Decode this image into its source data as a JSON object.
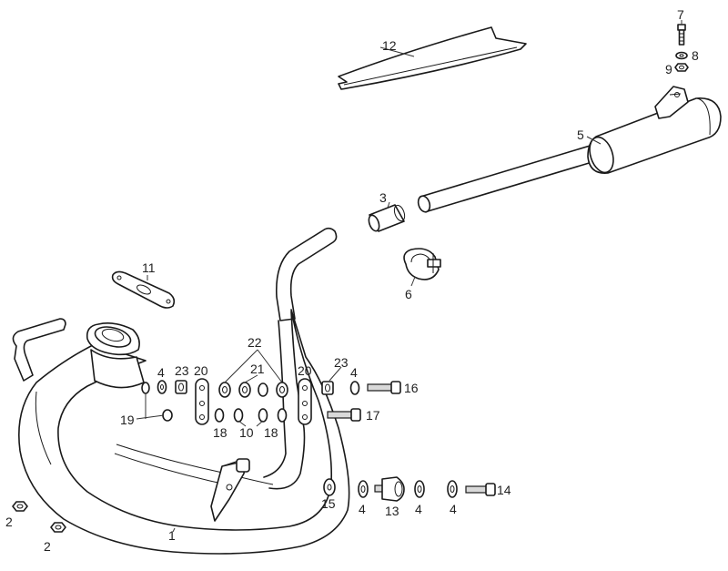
{
  "diagram": {
    "callouts": [
      {
        "id": "c1",
        "text": "1"
      },
      {
        "id": "c2a",
        "text": "2"
      },
      {
        "id": "c2b",
        "text": "2"
      },
      {
        "id": "c3",
        "text": "3"
      },
      {
        "id": "c4a",
        "text": "4"
      },
      {
        "id": "c4b",
        "text": "4"
      },
      {
        "id": "c4c",
        "text": "4"
      },
      {
        "id": "c4d",
        "text": "4"
      },
      {
        "id": "c4e",
        "text": "4"
      },
      {
        "id": "c5",
        "text": "5"
      },
      {
        "id": "c6",
        "text": "6"
      },
      {
        "id": "c7",
        "text": "7"
      },
      {
        "id": "c8",
        "text": "8"
      },
      {
        "id": "c9",
        "text": "9"
      },
      {
        "id": "c10",
        "text": "10"
      },
      {
        "id": "c11",
        "text": "11"
      },
      {
        "id": "c12",
        "text": "12"
      },
      {
        "id": "c13",
        "text": "13"
      },
      {
        "id": "c14",
        "text": "14"
      },
      {
        "id": "c15",
        "text": "15"
      },
      {
        "id": "c16",
        "text": "16"
      },
      {
        "id": "c17",
        "text": "17"
      },
      {
        "id": "c18a",
        "text": "18"
      },
      {
        "id": "c18b",
        "text": "18"
      },
      {
        "id": "c19",
        "text": "19"
      },
      {
        "id": "c20a",
        "text": "20"
      },
      {
        "id": "c20b",
        "text": "20"
      },
      {
        "id": "c21",
        "text": "21"
      },
      {
        "id": "c22",
        "text": "22"
      },
      {
        "id": "c23a",
        "text": "23"
      },
      {
        "id": "c23b",
        "text": "23"
      }
    ]
  },
  "colors": {
    "line": "#1a1a1a",
    "background": "#ffffff"
  }
}
